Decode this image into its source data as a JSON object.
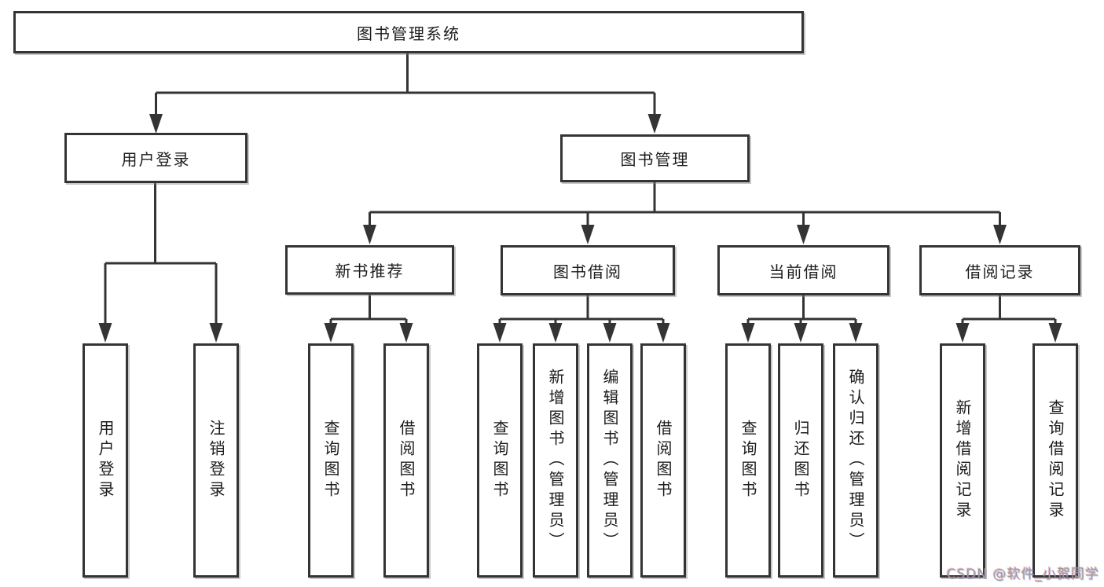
{
  "page": {
    "background": "#ffffff",
    "line_color": "#343434",
    "box_border_color": "#343434",
    "text_color": "#1c1c1c"
  },
  "diagram": {
    "type": "hierarchy-tree",
    "root": {
      "label": "图书管理系统"
    },
    "branches": [
      {
        "label": "用户登录",
        "children": [
          {
            "label": "用户登录"
          },
          {
            "label": "注销登录"
          }
        ]
      },
      {
        "label": "图书管理",
        "children": [
          {
            "label": "新书推荐",
            "children": [
              {
                "label": "查询图书"
              },
              {
                "label": "借阅图书"
              }
            ]
          },
          {
            "label": "图书借阅",
            "children": [
              {
                "label": "查询图书"
              },
              {
                "label": "新增图书（管理员）"
              },
              {
                "label": "编辑图书（管理员）"
              },
              {
                "label": "借阅图书"
              }
            ]
          },
          {
            "label": "当前借阅",
            "children": [
              {
                "label": "查询图书"
              },
              {
                "label": "归还图书"
              },
              {
                "label": "确认归还（管理员）"
              }
            ]
          },
          {
            "label": "借阅记录",
            "children": [
              {
                "label": "新增借阅记录"
              },
              {
                "label": "查询借阅记录"
              }
            ]
          }
        ]
      }
    ]
  },
  "watermark": {
    "text": "CSDN @软件_小贺同学",
    "color": "#9b9b9b"
  }
}
